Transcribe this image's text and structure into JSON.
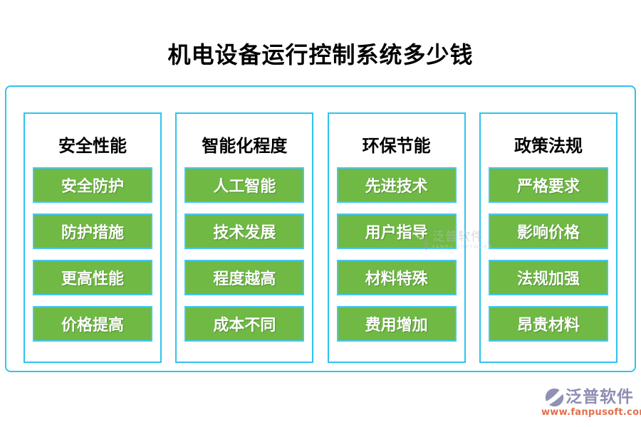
{
  "title": "机电设备运行控制系统多少钱",
  "colors": {
    "frame_border": "#2fc3ef",
    "item_green": "#6fb944",
    "item_border": "#45c8f0",
    "item_text": "#ffffff",
    "header_text": "#000000",
    "brand_purple": "#8d8db2",
    "brand_url_orange": "#e46f4b"
  },
  "columns": [
    {
      "header": "安全性能",
      "items": [
        "安全防护",
        "防护措施",
        "更高性能",
        "价格提高"
      ]
    },
    {
      "header": "智能化程度",
      "items": [
        "人工智能",
        "技术发展",
        "程度越高",
        "成本不同"
      ]
    },
    {
      "header": "环保节能",
      "items": [
        "先进技术",
        "用户指导",
        "材料特殊",
        "费用增加"
      ]
    },
    {
      "header": "政策法规",
      "items": [
        "严格要求",
        "影响价格",
        "法规加强",
        "昂贵材料"
      ]
    }
  ],
  "watermark": {
    "name": "泛普软件",
    "sub": "FANPU SOFTWARE"
  },
  "brand": {
    "name": "泛普软件",
    "url": "www.fanpusoft.com"
  }
}
